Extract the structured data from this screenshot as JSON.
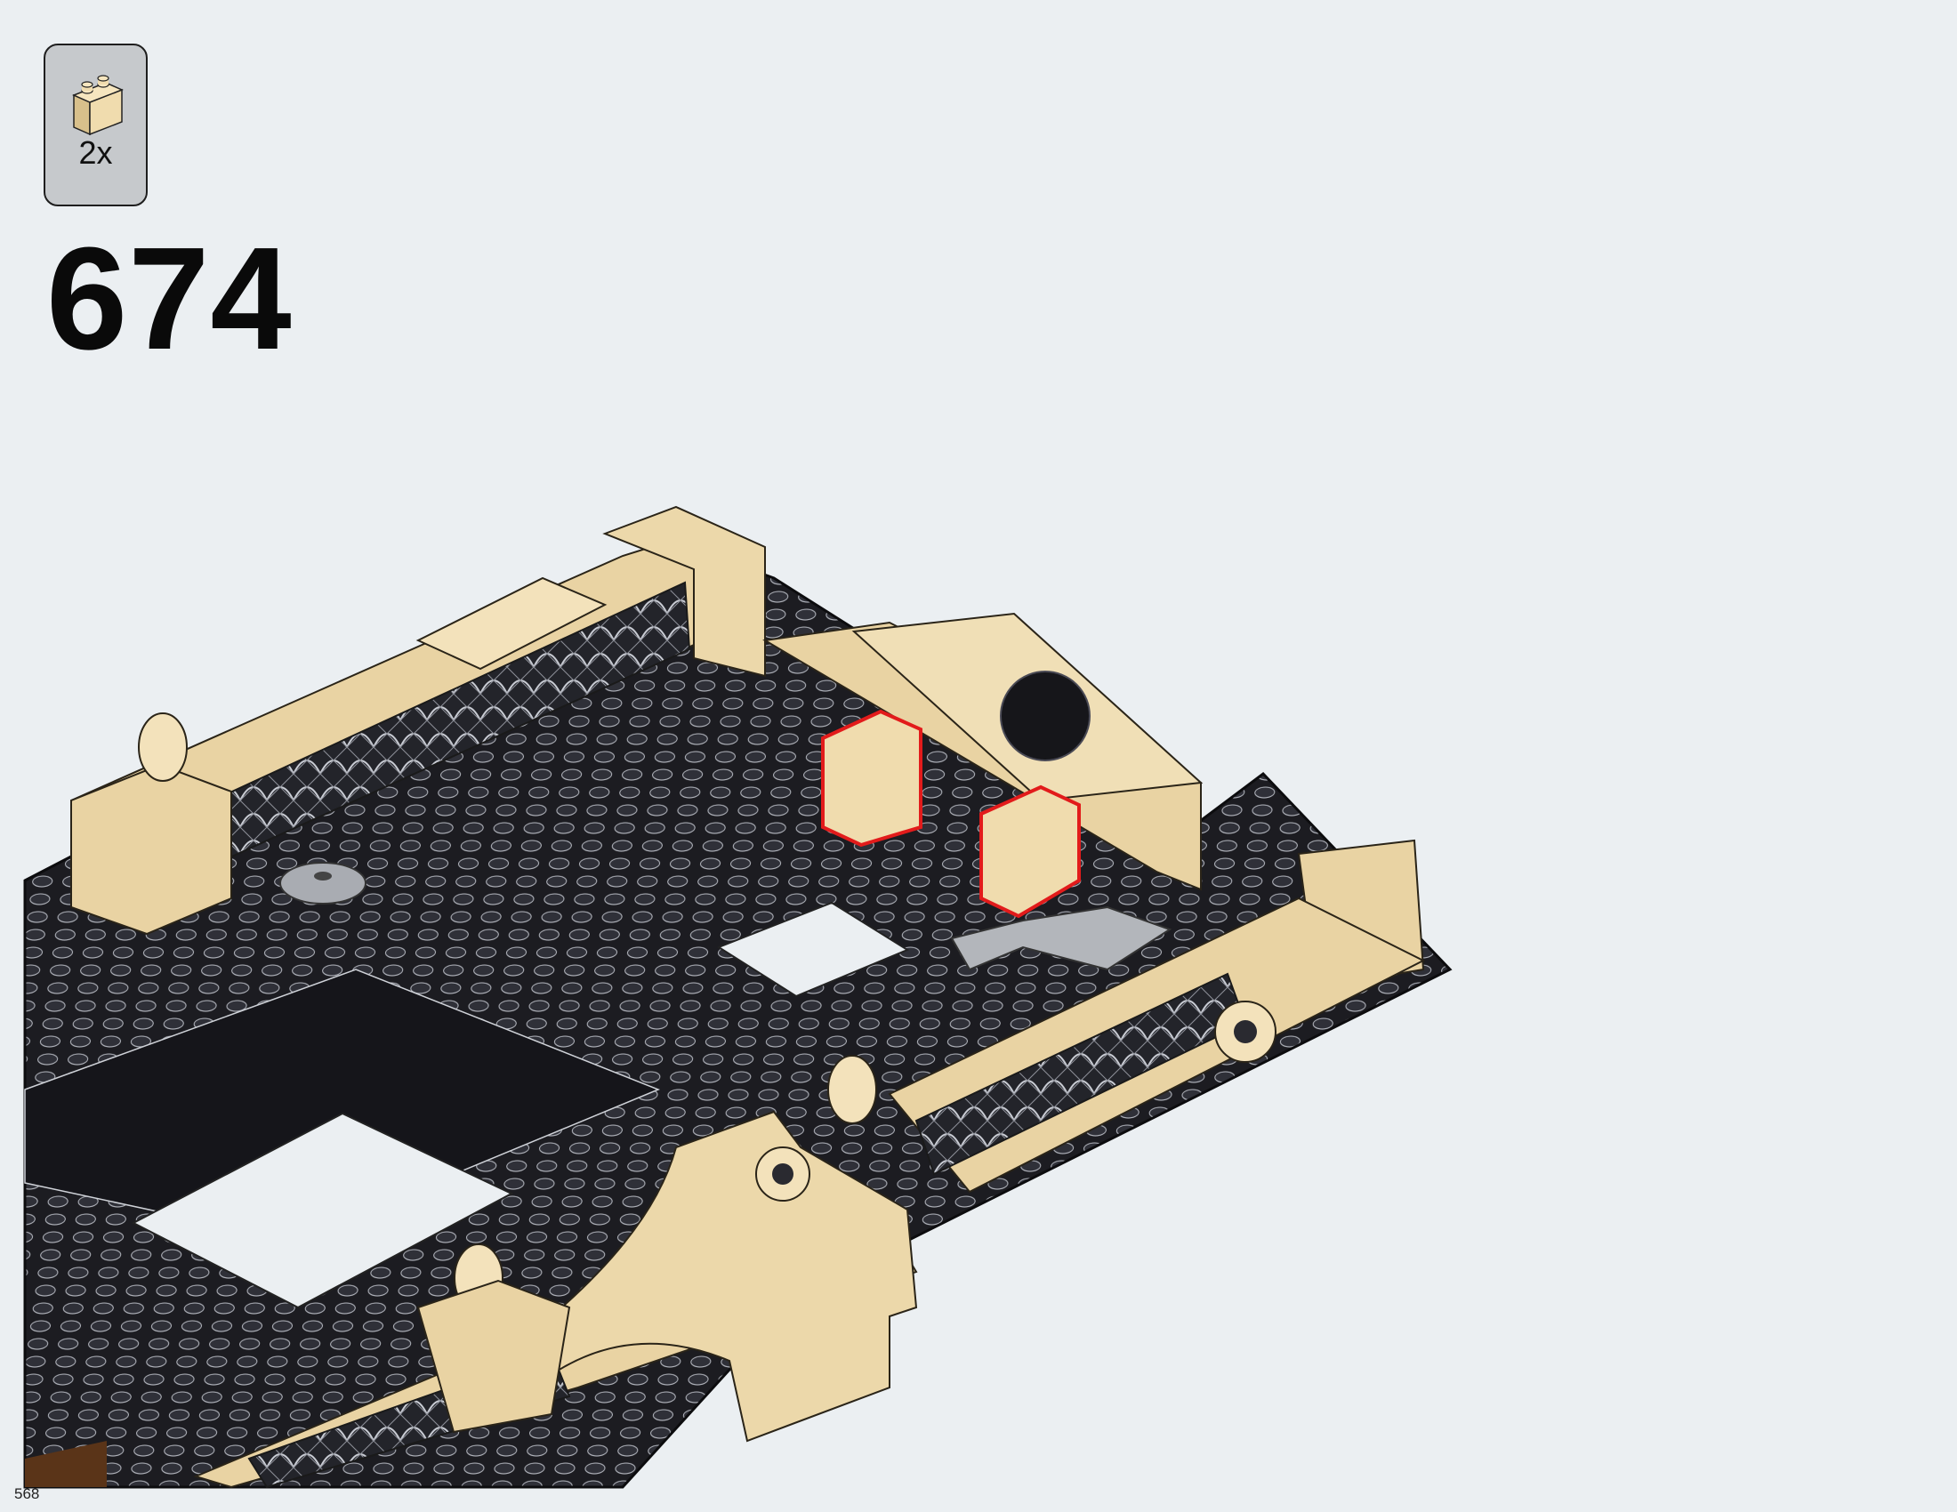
{
  "parts_callout": {
    "quantity": "2x",
    "part_icon": "tan-brick-1x2x2-icon",
    "colors": {
      "tan": "#e9d3a3",
      "callout_bg": "#c6c9cc"
    }
  },
  "step": {
    "number": "674"
  },
  "page": {
    "number": "568",
    "background": "#ebeff2"
  },
  "highlight_color": "#e21b1b"
}
